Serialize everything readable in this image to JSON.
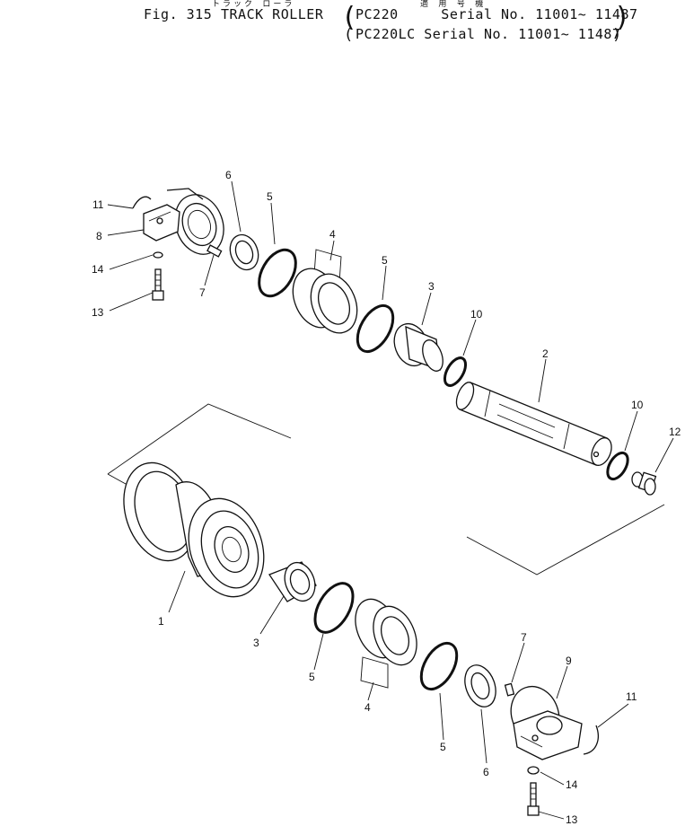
{
  "header": {
    "line1_jp": "トラック ローラ",
    "line1_jp_right": "適 用 号 機",
    "fig_label": "Fig. 315",
    "title": "TRACK ROLLER",
    "serial_line1": "PC220     Serial No. 11001~ 11487",
    "serial_line2": "PC220LC Serial No. 11001~ 11487"
  },
  "callouts": {
    "c1": "1",
    "c2": "2",
    "c3a": "3",
    "c3b": "3",
    "c4a": "4",
    "c4b": "4",
    "c5a": "5",
    "c5b": "5",
    "c5c": "5",
    "c5d": "5",
    "c6a": "6",
    "c6b": "6",
    "c7a": "7",
    "c7b": "7",
    "c8": "8",
    "c9": "9",
    "c10a": "10",
    "c10b": "10",
    "c11a": "11",
    "c11b": "11",
    "c12": "12",
    "c13a": "13",
    "c13b": "13",
    "c14a": "14",
    "c14b": "14"
  }
}
